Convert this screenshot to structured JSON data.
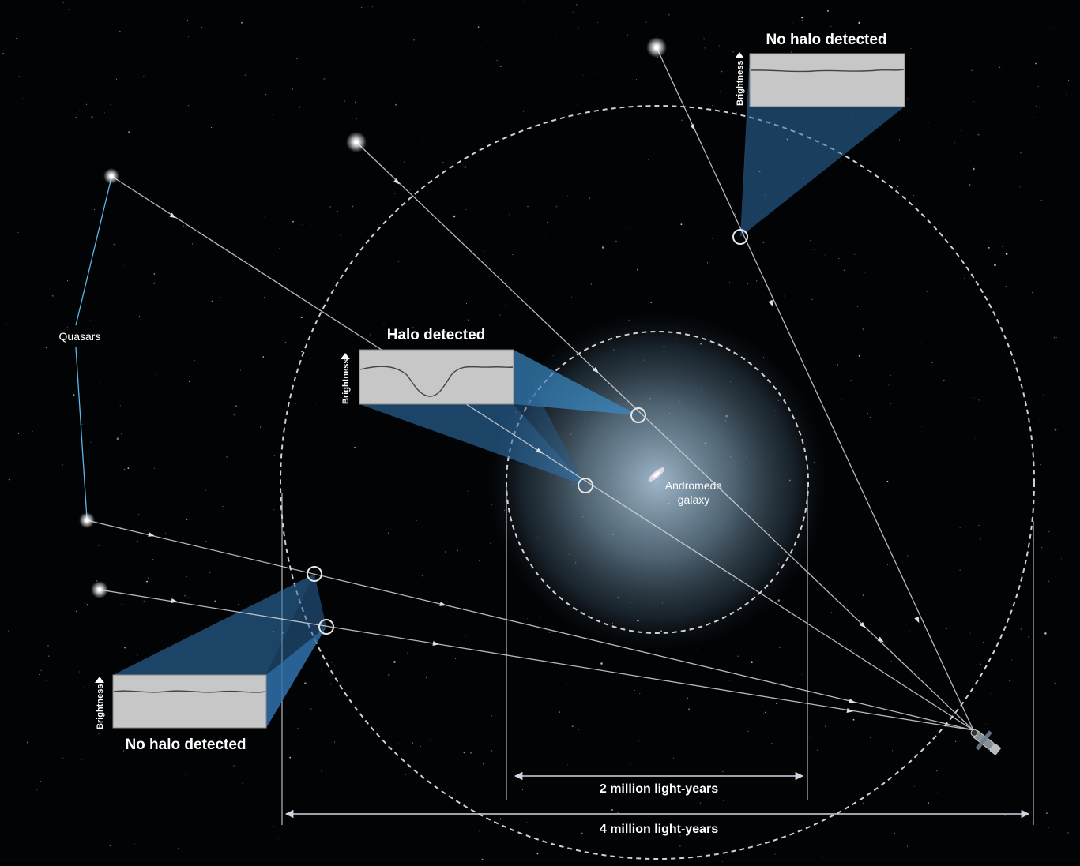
{
  "labels": {
    "quasars": "Quasars",
    "galaxy_line1": "Andromeda",
    "galaxy_line2": "galaxy",
    "halo_detected": "Halo detected",
    "no_halo_top": "No halo detected",
    "no_halo_bottom": "No halo detected",
    "brightness": "Brightness",
    "scale_inner": "2 million light-years",
    "scale_outer": "4 million light-years"
  },
  "colors": {
    "background": "#000000",
    "halo_glow": "#9ec3dc",
    "panel_fill": "#c7c7c7",
    "projection_blue": "#2f6fa8",
    "sight_line": "#d8d8d8",
    "quasar_link": "#5bb8ea",
    "dashed_circle": "#e8e8e8"
  },
  "icons": {
    "quasar": "glowing-star-icon",
    "telescope": "hubble-telescope-icon",
    "galaxy": "spiral-galaxy-icon",
    "probe": "circle-marker-icon"
  }
}
